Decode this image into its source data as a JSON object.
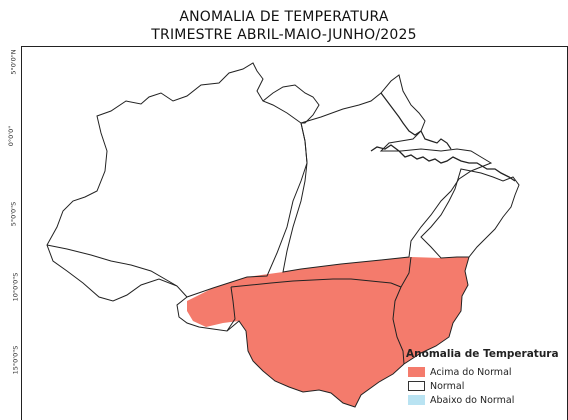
{
  "title": {
    "line1": "ANOMALIA DE TEMPERATURA",
    "line2": "TRIMESTRE ABRIL-MAIO-JUNHO/2025"
  },
  "axes": {
    "latitude_labels": [
      "5°0'0\"N",
      "0°0'0\"",
      "5°0'0\"S",
      "10°0'0\"S",
      "15°0'0\"S"
    ]
  },
  "legend": {
    "title": "Anomalia de Temperatura",
    "items": [
      {
        "label": "Acima do Normal",
        "color": "#f47b6c"
      },
      {
        "label": "Normal",
        "color": "#ffffff"
      },
      {
        "label": "Abaixo do Normal",
        "color": "#b9e3f2"
      }
    ]
  },
  "colors": {
    "above_normal": "#f47b6c",
    "normal": "#ffffff",
    "below_normal": "#b9e3f2",
    "border": "#222222"
  }
}
